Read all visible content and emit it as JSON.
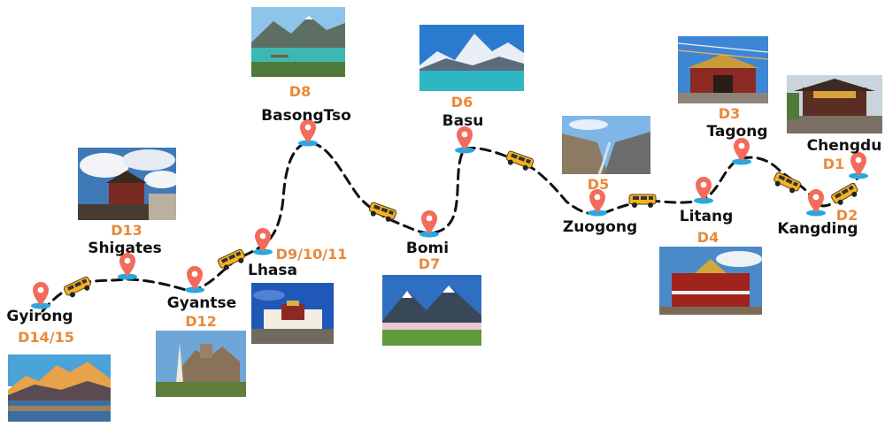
{
  "colors": {
    "route": "#111111",
    "pin": "#f26b5b",
    "pin_base": "#29a8e0",
    "day_label": "#e9893a",
    "car": "#f4b321"
  },
  "stops": [
    {
      "id": "gyirong",
      "name": "Gyirong",
      "day": "D14/15"
    },
    {
      "id": "shigates",
      "name": "Shigates",
      "day": "D13"
    },
    {
      "id": "gyantse",
      "name": "Gyantse",
      "day": "D12"
    },
    {
      "id": "lhasa",
      "name": "Lhasa",
      "day": "D9/10/11"
    },
    {
      "id": "basongtso",
      "name": "BasongTso",
      "day": "D8"
    },
    {
      "id": "bomi",
      "name": "Bomi",
      "day": "D7"
    },
    {
      "id": "basu",
      "name": "Basu",
      "day": "D6"
    },
    {
      "id": "zuogong",
      "name": "Zuogong",
      "day": "D5"
    },
    {
      "id": "litang",
      "name": "Litang",
      "day": "D4"
    },
    {
      "id": "tagong",
      "name": "Tagong",
      "day": "D3"
    },
    {
      "id": "kangding",
      "name": "Kangding",
      "day": "D2"
    },
    {
      "id": "chengdu",
      "name": "Chengdu",
      "day": "D1"
    }
  ],
  "icons": {
    "pin": "location-pin-icon",
    "car": "car-icon"
  }
}
